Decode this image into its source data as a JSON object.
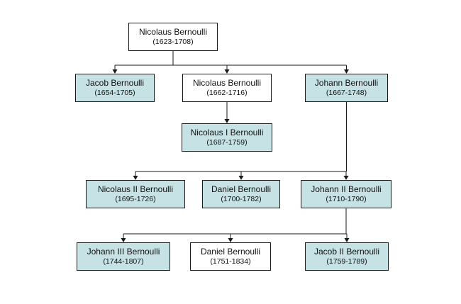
{
  "colors": {
    "highlight_fill": "#c7e2e4",
    "plain_fill": "#ffffff",
    "border": "#1a1a1a",
    "line": "#1a1a1a"
  },
  "nodes": [
    {
      "id": "nicolaus-bernoulli-1623",
      "name": "Nicolaus Bernoulli",
      "dates": "(1623-1708)",
      "highlighted": false
    },
    {
      "id": "jacob-bernoulli",
      "name": "Jacob Bernoulli",
      "dates": "(1654-1705)",
      "highlighted": true
    },
    {
      "id": "nicolaus-bernoulli-1662",
      "name": "Nicolaus Bernoulli",
      "dates": "(1662-1716)",
      "highlighted": false
    },
    {
      "id": "johann-bernoulli",
      "name": "Johann Bernoulli",
      "dates": "(1667-1748)",
      "highlighted": true
    },
    {
      "id": "nicolaus-i-bernoulli",
      "name": "Nicolaus I Bernoulli",
      "dates": "(1687-1759)",
      "highlighted": true
    },
    {
      "id": "nicolaus-ii-bernoulli",
      "name": "Nicolaus II Bernoulli",
      "dates": "(1695-1726)",
      "highlighted": true
    },
    {
      "id": "daniel-bernoulli-1700",
      "name": "Daniel Bernoulli",
      "dates": "(1700-1782)",
      "highlighted": true
    },
    {
      "id": "johann-ii-bernoulli",
      "name": "Johann II Bernoulli",
      "dates": "(1710-1790)",
      "highlighted": true
    },
    {
      "id": "johann-iii-bernoulli",
      "name": "Johann III Bernoulli",
      "dates": "(1744-1807)",
      "highlighted": true
    },
    {
      "id": "daniel-bernoulli-1751",
      "name": "Daniel Bernoulli",
      "dates": "(1751-1834)",
      "highlighted": false
    },
    {
      "id": "jacob-ii-bernoulli",
      "name": "Jacob II Bernoulli",
      "dates": "(1759-1789)",
      "highlighted": true
    }
  ],
  "edges": [
    {
      "parent": "nicolaus-bernoulli-1623",
      "children": [
        "jacob-bernoulli",
        "nicolaus-bernoulli-1662",
        "johann-bernoulli"
      ]
    },
    {
      "parent": "nicolaus-bernoulli-1662",
      "children": [
        "nicolaus-i-bernoulli"
      ]
    },
    {
      "parent": "johann-bernoulli",
      "children": [
        "nicolaus-ii-bernoulli",
        "daniel-bernoulli-1700",
        "johann-ii-bernoulli"
      ]
    },
    {
      "parent": "johann-ii-bernoulli",
      "children": [
        "johann-iii-bernoulli",
        "daniel-bernoulli-1751",
        "jacob-ii-bernoulli"
      ]
    }
  ]
}
